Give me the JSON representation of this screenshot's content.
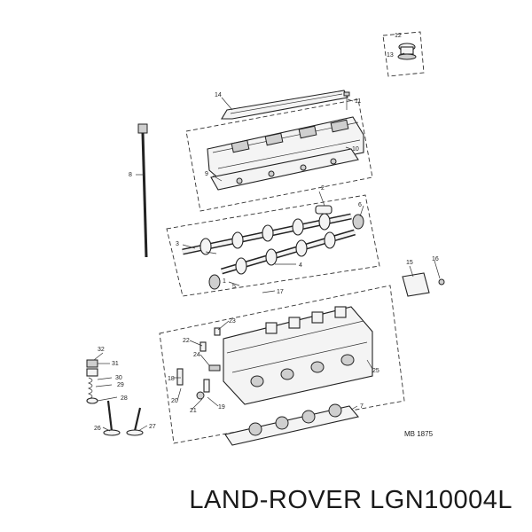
{
  "diagram": {
    "callouts": [
      "1",
      "2",
      "3",
      "4",
      "5",
      "6",
      "7",
      "8",
      "9",
      "10",
      "11",
      "12",
      "13",
      "14",
      "15",
      "16",
      "17",
      "18",
      "19",
      "20",
      "21",
      "22",
      "23",
      "24",
      "25",
      "26",
      "27",
      "28",
      "29",
      "30",
      "31",
      "32"
    ],
    "reference_code": "MB 1875"
  },
  "caption": {
    "text": "LAND-ROVER LGN10004L"
  }
}
